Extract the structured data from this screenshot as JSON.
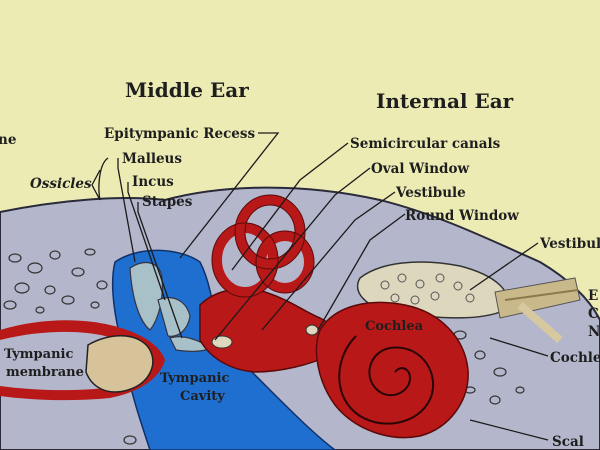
{
  "headings": {
    "middle_ear": "Middle Ear",
    "internal_ear": "Internal Ear"
  },
  "labels": {
    "ossicles": "Ossicles",
    "malleus": "Malleus",
    "incus": "Incus",
    "stapes": "Stapes",
    "epitympanic_recess": "Epitympanic Recess",
    "semicircular_canals": "Semicircular canals",
    "oval_window": "Oval Window",
    "vestibule": "Vestibule",
    "round_window": "Round Window",
    "vestibular_partial": "Vestibul",
    "cochlear_partial": "Cochle",
    "scala_partial": "Scal",
    "right_edge_letters": [
      "E",
      "C",
      "N"
    ],
    "left_edge_partial": "ne",
    "cochlea": "Cochlea",
    "tympanic_membrane": [
      "Tympanic",
      "membrane"
    ],
    "tympanic_cavity": [
      "Tympanic",
      "Cavity"
    ]
  },
  "colors": {
    "background": "#ecebb4",
    "tissue": "#b4b7cc",
    "cavity": "#1e6fd0",
    "labyrinth": "#b81818",
    "membrane": "#d7c39a",
    "bone": "#ddd7be"
  }
}
